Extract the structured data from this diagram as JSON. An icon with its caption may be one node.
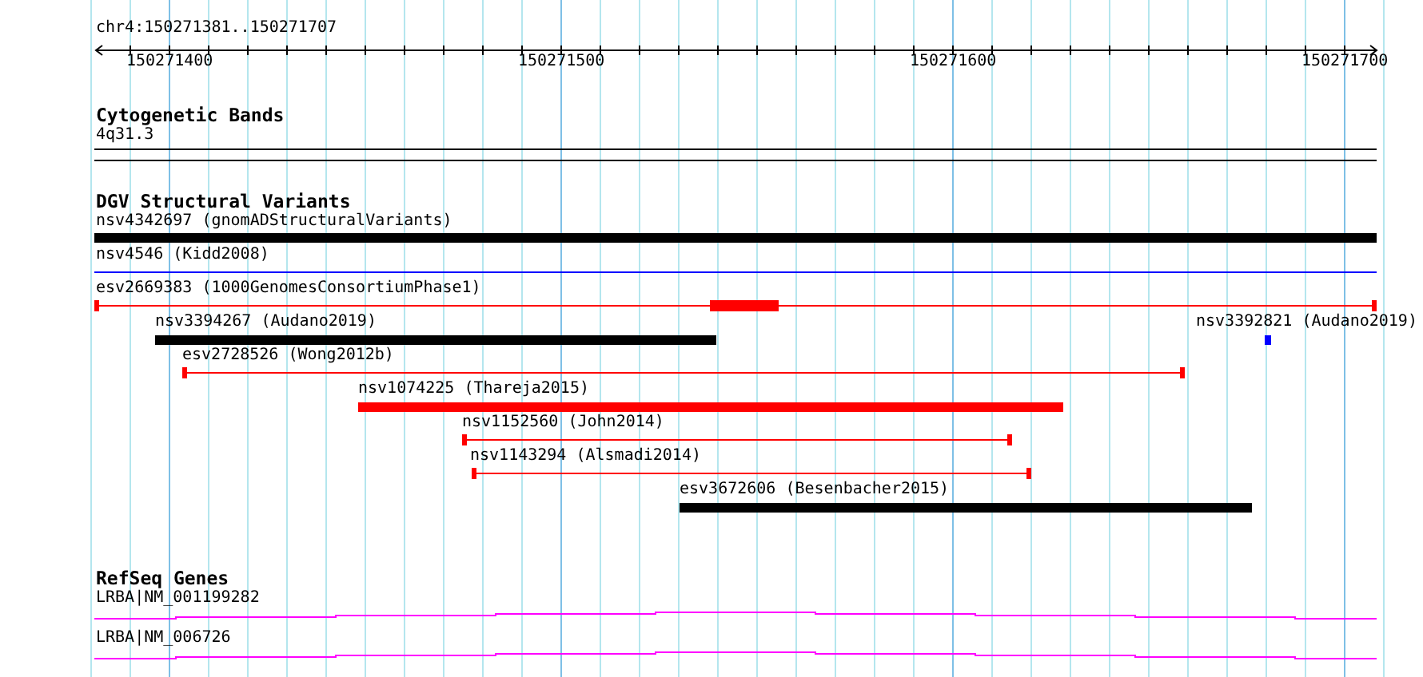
{
  "diagram": {
    "labels": [
      "chr4:150271381..150271707",
      "150271400",
      "150271500",
      "150271600",
      "150271700",
      "Cytogenetic Bands",
      "4q31.3",
      "DGV Structural Variants",
      "nsv4342697 (gnomADStructuralVariants)",
      "nsv4546 (Kidd2008)",
      "esv2669383 (1000GenomesConsortiumPhase1)",
      "nsv3394267 (Audano2019)",
      "nsv3392821 (Audano2019)",
      "esv2728526 (Wong2012b)",
      "nsv1074225 (Thareja2015)",
      "nsv1152560 (John2014)",
      "nsv1143294 (Alsmadi2014)",
      "esv3672606 (Besenbacher2015)",
      "RefSeq Genes",
      "LRBA|NM_001199282",
      "LRBA|NM_006726"
    ]
  }
}
